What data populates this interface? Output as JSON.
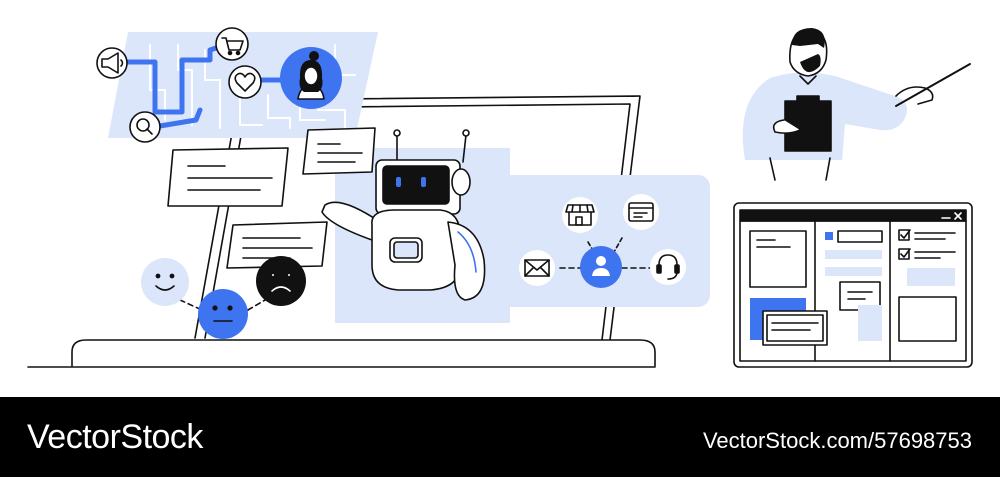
{
  "footer": {
    "brand": "VectorStock",
    "credit": "VectorStock.com/57698753"
  },
  "colors": {
    "accent": "#3f74f0",
    "light_blue": "#dbe6fb",
    "ink": "#111111",
    "footer_bg": "#000000",
    "footer_text": "#ffffff"
  },
  "icons": [
    "megaphone-icon",
    "search-icon",
    "cart-icon",
    "heart-icon",
    "user-avatar-icon",
    "robot",
    "store-icon",
    "browser-icon",
    "mail-icon",
    "user-icon",
    "headset-icon",
    "happy-face-icon",
    "neutral-face-icon",
    "sad-face-icon",
    "presenter-person",
    "clipboard-icon",
    "pointer-stick",
    "dashboard-window",
    "checkbox-icon"
  ]
}
